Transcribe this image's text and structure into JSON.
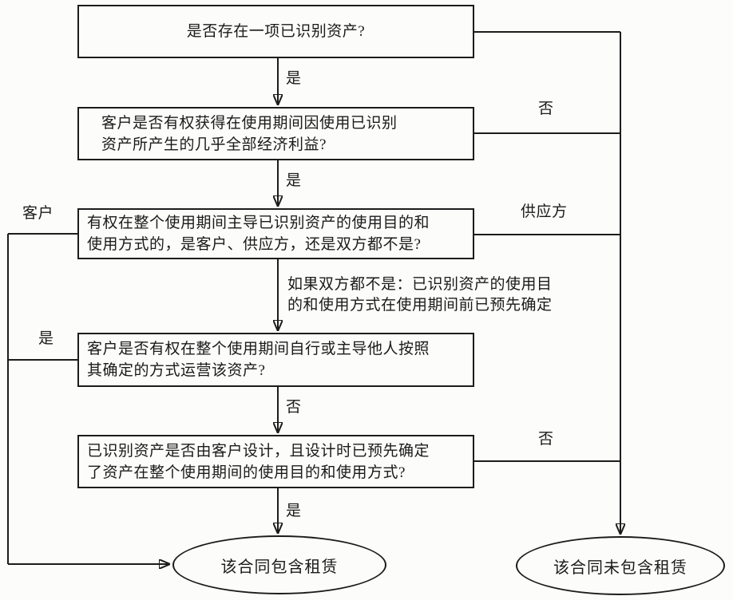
{
  "meta": {
    "kind": "flowchart",
    "language": "zh-CN",
    "ink_color": "#1c1c1c",
    "paper_color": "#fcfcfa"
  },
  "diagram": {
    "nodes": {
      "q1": "是否存在一项已识别资产?",
      "q2": "客户是否有权获得在使用期间因使用已识别\n资产所产生的几乎全部经济利益?",
      "q3": "有权在整个使用期间主导已识别资产的使用目的和\n使用方式的，是客户、供应方，还是双方都不是?",
      "q4": "客户是否有权在整个使用期间自行或主导他人按照\n其确定的方式运营该资产?",
      "q5": "已识别资产是否由客户设计，且设计时已预先确定\n了资产在整个使用期间的使用目的和使用方式?",
      "end_contains": "该合同包含租赁",
      "end_not_contains": "该合同未包含租赁"
    },
    "labels": {
      "q1_to_q2": "是",
      "q2_to_q3": "是",
      "q3_note": "如果双方都不是：已识别资产的使用目\n的和使用方式在使用期间前已预先确定",
      "q4_to_q5": "否",
      "q5_to_end": "是",
      "right_no": "否",
      "q3_supplier": "供应方",
      "q5_no": "否",
      "q3_customer": "客户",
      "q4_yes": "是"
    }
  }
}
